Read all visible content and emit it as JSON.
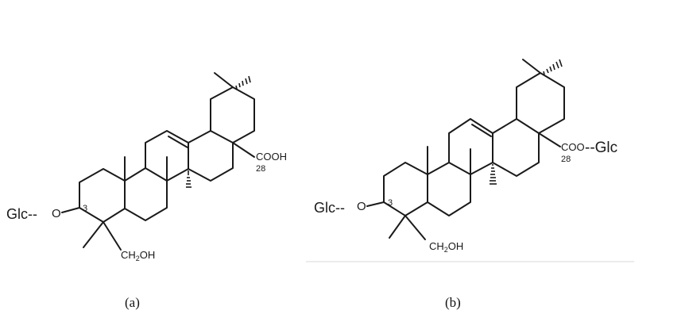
{
  "panels": [
    {
      "caption": "(a)",
      "sugar_left": "Glc--",
      "oxygen": "O",
      "position_3": "3",
      "ch2oh": "CH",
      "ch2oh_sub": "2",
      "ch2oh_tail": "OH",
      "acid": "COOH",
      "position_28": "28"
    },
    {
      "caption": "(b)",
      "sugar_left": "Glc--",
      "oxygen": "O",
      "position_3": "3",
      "ch2oh": "CH",
      "ch2oh_sub": "2",
      "ch2oh_tail": "OH",
      "ester": "COO",
      "sugar_right": "--Glc",
      "position_28": "28"
    }
  ],
  "colors": {
    "ink": "#1a1a1a",
    "divider": "#d8d8d8"
  }
}
